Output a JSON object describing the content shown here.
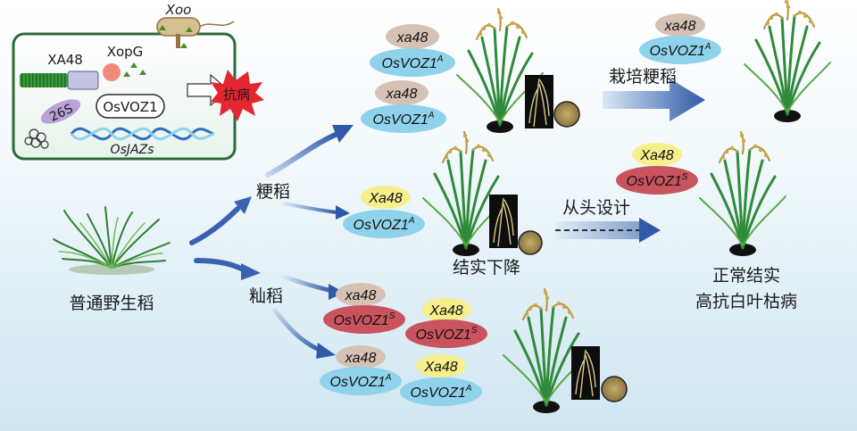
{
  "cell": {
    "pathogen": "Xoo",
    "effector": "XopG",
    "receptor": "XA48",
    "target": "OsVOZ1",
    "proteasome": "26S",
    "genes": "OsJAZs",
    "resistance": "抗病"
  },
  "source": {
    "label": "普通野生稻"
  },
  "branches": {
    "japonica": "粳稻",
    "indica": "籼稻"
  },
  "alleles": {
    "xa48": "xa48",
    "Xa48": "Xa48",
    "vozA": "OsVOZ1",
    "vozS": "OsVOZ1",
    "supA": "A",
    "supS": "S"
  },
  "results": {
    "yield_drop": "结实下降",
    "design": "从头设计",
    "cultivate": "栽培粳稻",
    "normal": "正常结实",
    "resistance": "高抗白叶枯病"
  },
  "colors": {
    "beige": "#d6c2b5",
    "yellow": "#f7ef8c",
    "cyan": "#8fd2ec",
    "red": "#c9545e",
    "arrow": "#3a62b0"
  }
}
